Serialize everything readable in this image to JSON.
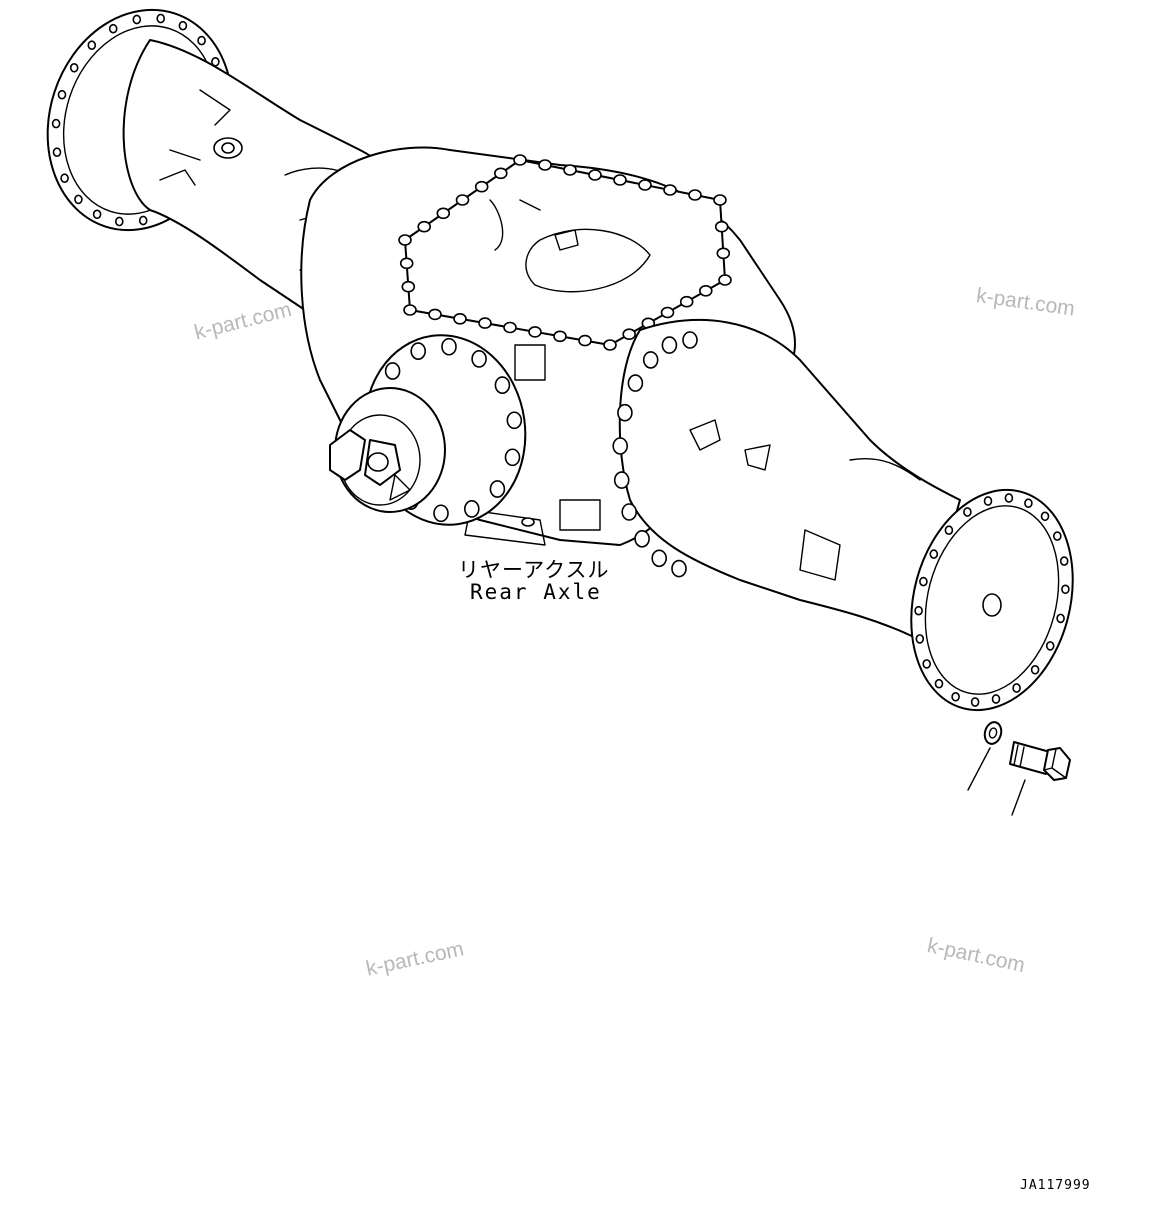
{
  "diagram": {
    "assembly_label_jp": "リヤーアクスル",
    "assembly_label_en": "Rear Axle",
    "drawing_code": "JA117999"
  },
  "watermarks": [
    "k-part.com",
    "k-part.com",
    "k-part.com",
    "k-part.com"
  ]
}
